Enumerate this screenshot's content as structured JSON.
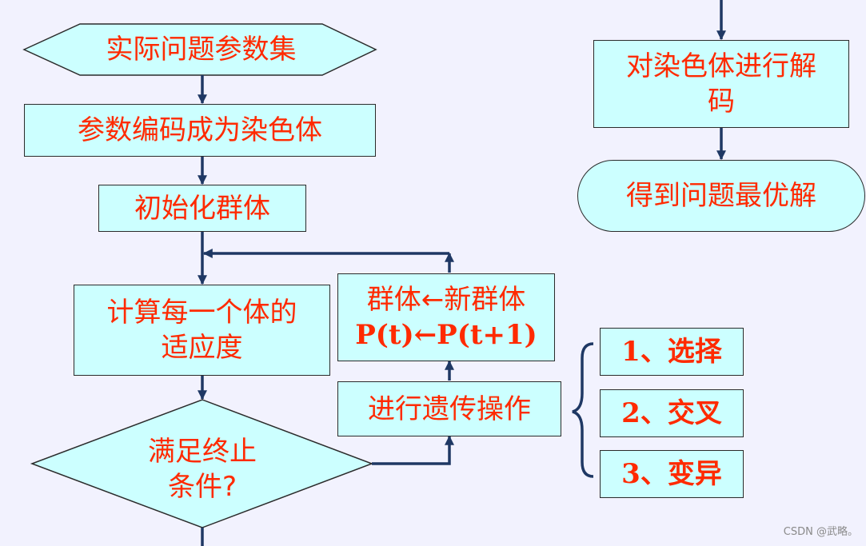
{
  "nodes": {
    "problem_params": "实际问题参数集",
    "encode": "参数编码成为染色体",
    "init_population": "初始化群体",
    "fitness_line1": "计算每一个体的",
    "fitness_line2": "适应度",
    "termination_line1": "满足终止",
    "termination_line2": "条件?",
    "genetic_ops": "进行遗传操作",
    "replace_line1": "群体←新群体",
    "replace_line2": "P(t)←P(t+1)",
    "decode_line1": "对染色体进行解",
    "decode_line2": "码",
    "optimal": "得到问题最优解"
  },
  "operations": [
    "1、选择",
    "2、交叉",
    "3、变异"
  ],
  "watermark": "CSDN @武略。",
  "colors": {
    "background": "#F2F2FE",
    "box_fill": "#CCFFFF",
    "text": "#FF2A00",
    "arrow": "#1F3864"
  }
}
